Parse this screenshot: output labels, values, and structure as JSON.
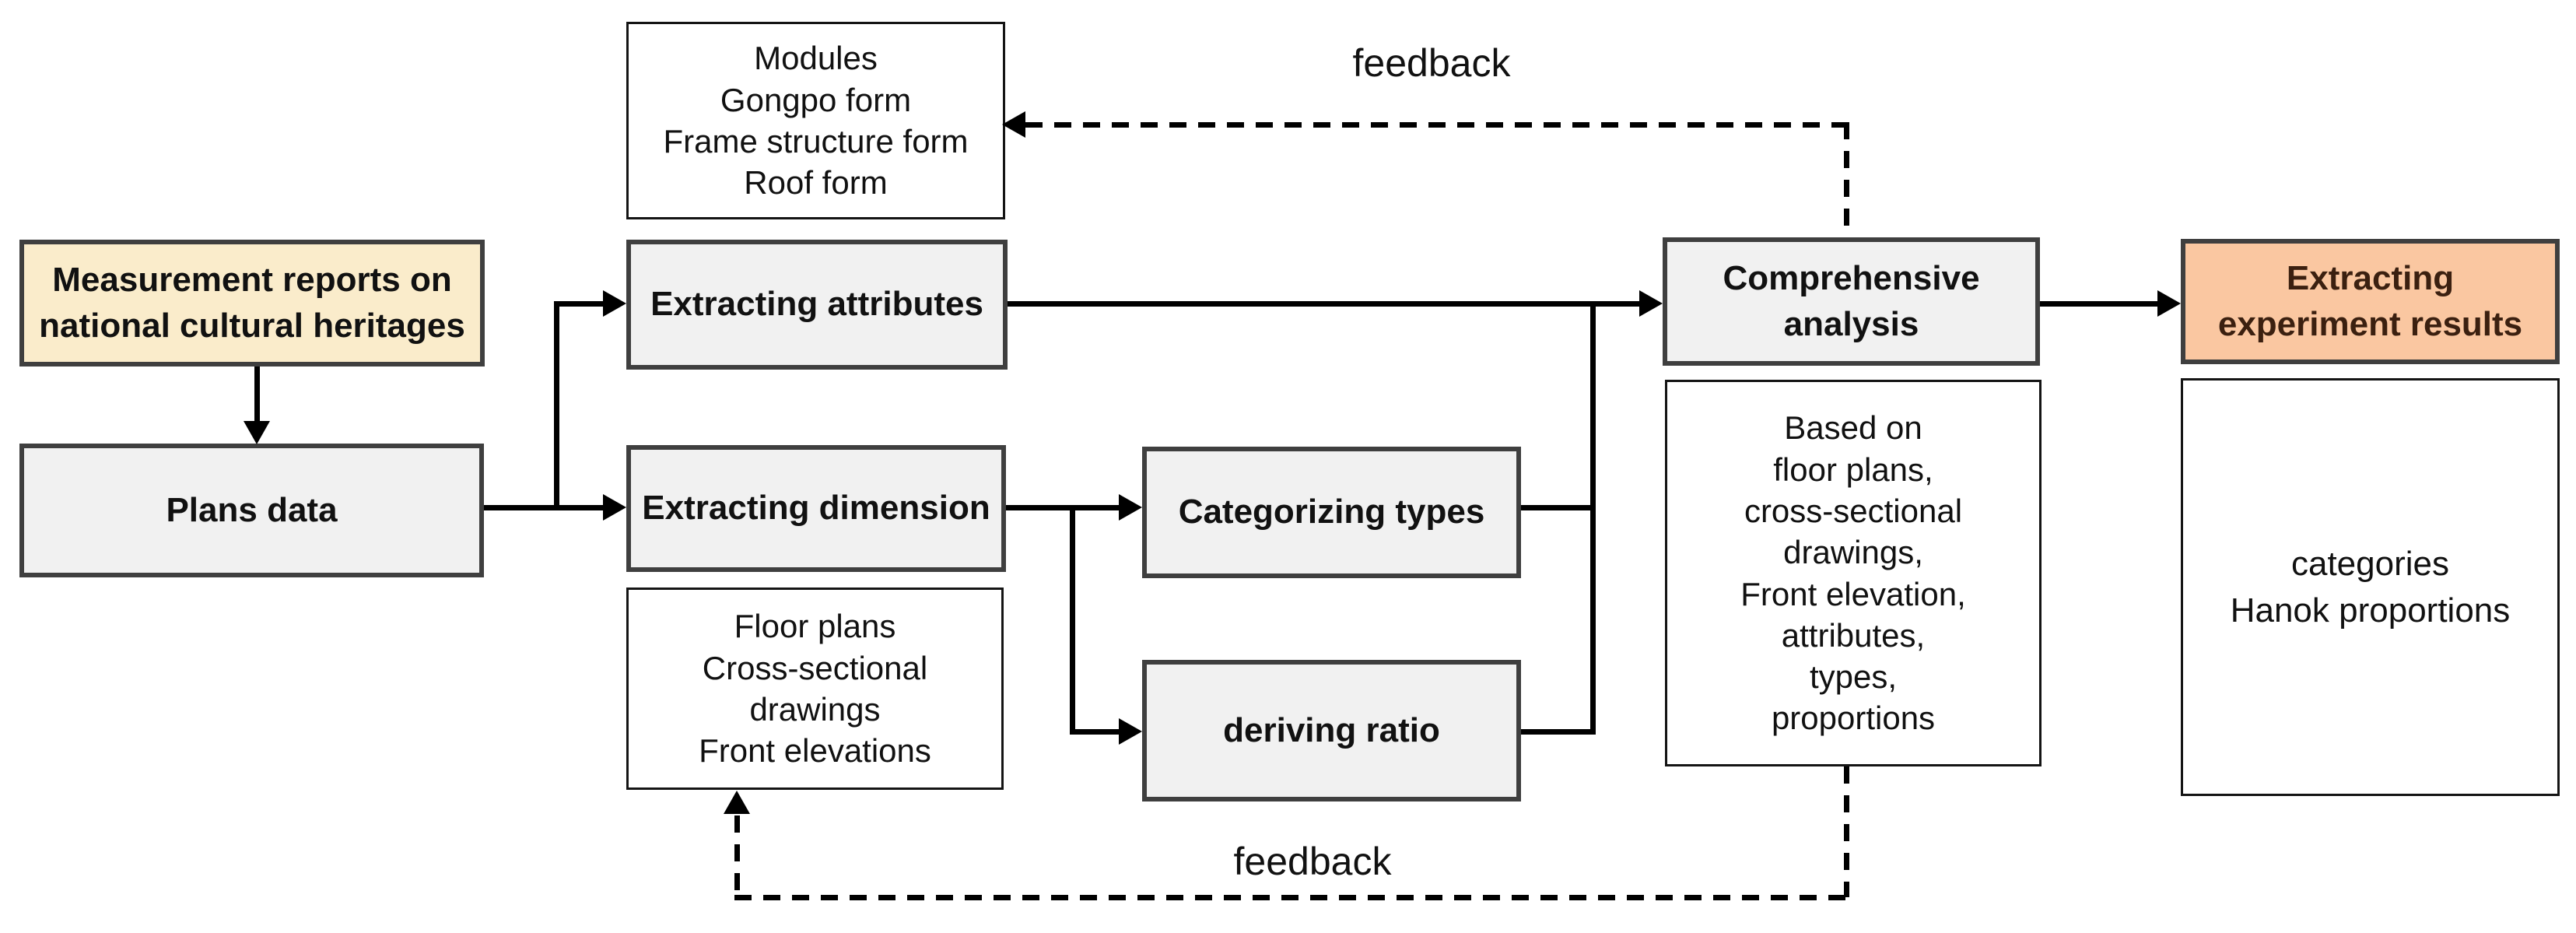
{
  "diagram": {
    "title": "Hanok analysis process flowchart",
    "nodes": {
      "measurement_reports": {
        "label": "Measurement reports on national cultural heritages",
        "lines": [
          "Measurement reports on",
          "national cultural heritages"
        ]
      },
      "plans_data": {
        "label": "Plans data"
      },
      "modules_info": {
        "label": "Modules, Gongpo form, Frame structure form, Roof form",
        "lines": [
          "Modules",
          "Gongpo form",
          "Frame structure form",
          "Roof form"
        ]
      },
      "extracting_attributes": {
        "label": "Extracting attributes"
      },
      "extracting_dimension": {
        "label": "Extracting dimension"
      },
      "floor_plans_info": {
        "label": "Floor plans, Cross-sectional drawings, Front elevations",
        "lines": [
          "Floor plans",
          "Cross-sectional",
          "drawings",
          "Front elevations"
        ]
      },
      "categorizing_types": {
        "label": "Categorizing types"
      },
      "deriving_ratio": {
        "label": "deriving ratio"
      },
      "comprehensive_analysis": {
        "label": "Comprehensive analysis",
        "lines": [
          "Comprehensive",
          "analysis"
        ]
      },
      "analysis_basis_info": {
        "label": "Based on floor plans, cross-sectional drawings, Front elevation, attributes, types, proportions",
        "lines": [
          "Based on",
          "floor plans,",
          "cross-sectional",
          "drawings,",
          "Front elevation,",
          "attributes,",
          "types,",
          "proportions"
        ]
      },
      "extracting_results": {
        "label": "Extracting experiment results",
        "lines": [
          "Extracting",
          "experiment results"
        ]
      },
      "results_info": {
        "label": "categories, Hanok proportions",
        "lines": [
          "categories",
          "Hanok proportions"
        ]
      }
    },
    "labels": {
      "feedback_top": "feedback",
      "feedback_bottom": "feedback"
    },
    "colors": {
      "input_fill": "#faeccb",
      "output_fill": "#fac7a1",
      "process_fill": "#f1f1f1",
      "process_border": "#3f3f3f",
      "info_border": "#141414",
      "line": "#000000",
      "output_text": "#3b2010"
    }
  }
}
